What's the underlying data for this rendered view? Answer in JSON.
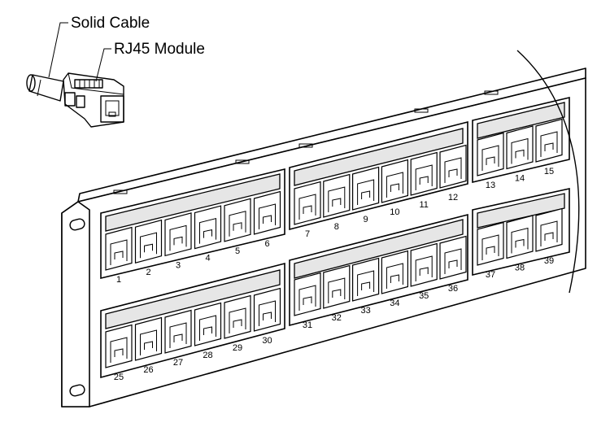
{
  "labels": {
    "cable": "Solid Cable",
    "module": "RJ45 Module"
  },
  "ports": {
    "top_row": [
      "1",
      "2",
      "3",
      "4",
      "5",
      "6",
      "7",
      "8",
      "9",
      "10",
      "11",
      "12",
      "13",
      "14",
      "15"
    ],
    "bottom_row": [
      "25",
      "26",
      "27",
      "28",
      "29",
      "30",
      "31",
      "32",
      "33",
      "34",
      "35",
      "36",
      "37",
      "38",
      "39"
    ]
  }
}
